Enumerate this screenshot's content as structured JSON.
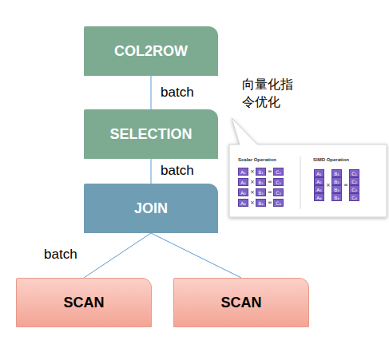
{
  "diagram": {
    "nodes": [
      {
        "text": [
          "COL2ROW"
        ]
      },
      {
        "text": [
          "SELECTION"
        ]
      },
      {
        "text": [
          "JOIN"
        ]
      },
      {
        "text": [
          "SCAN"
        ]
      },
      {
        "text": [
          "SCAN"
        ]
      }
    ],
    "edges": [
      {
        "from": 0,
        "to": 1,
        "label": "batch",
        "arrow": "none"
      },
      {
        "from": 1,
        "to": 2,
        "label": "batch",
        "arrow": "none"
      },
      {
        "from": 2,
        "to": 3,
        "label": "batch",
        "arrow": "none"
      },
      {
        "from": 2,
        "to": 4,
        "arrow": "none"
      }
    ],
    "labels": [
      "向量化指令优化",
      "Scalar Operation",
      "SIMD Operation",
      "A₁",
      "×",
      "B₁",
      "=",
      "C₁",
      "A₂",
      "×",
      "B₂",
      "=",
      "C₂",
      "A₃",
      "×",
      "B₃",
      "=",
      "C₃",
      "A₄",
      "×",
      "B₄",
      "=",
      "C₄",
      "A₁",
      "A₂",
      "A₃",
      "A₄",
      "×",
      "B₁",
      "B₂",
      "B₃",
      "B₄",
      "=",
      "C₁",
      "C₂",
      "C₃",
      "C₄"
    ]
  }
}
